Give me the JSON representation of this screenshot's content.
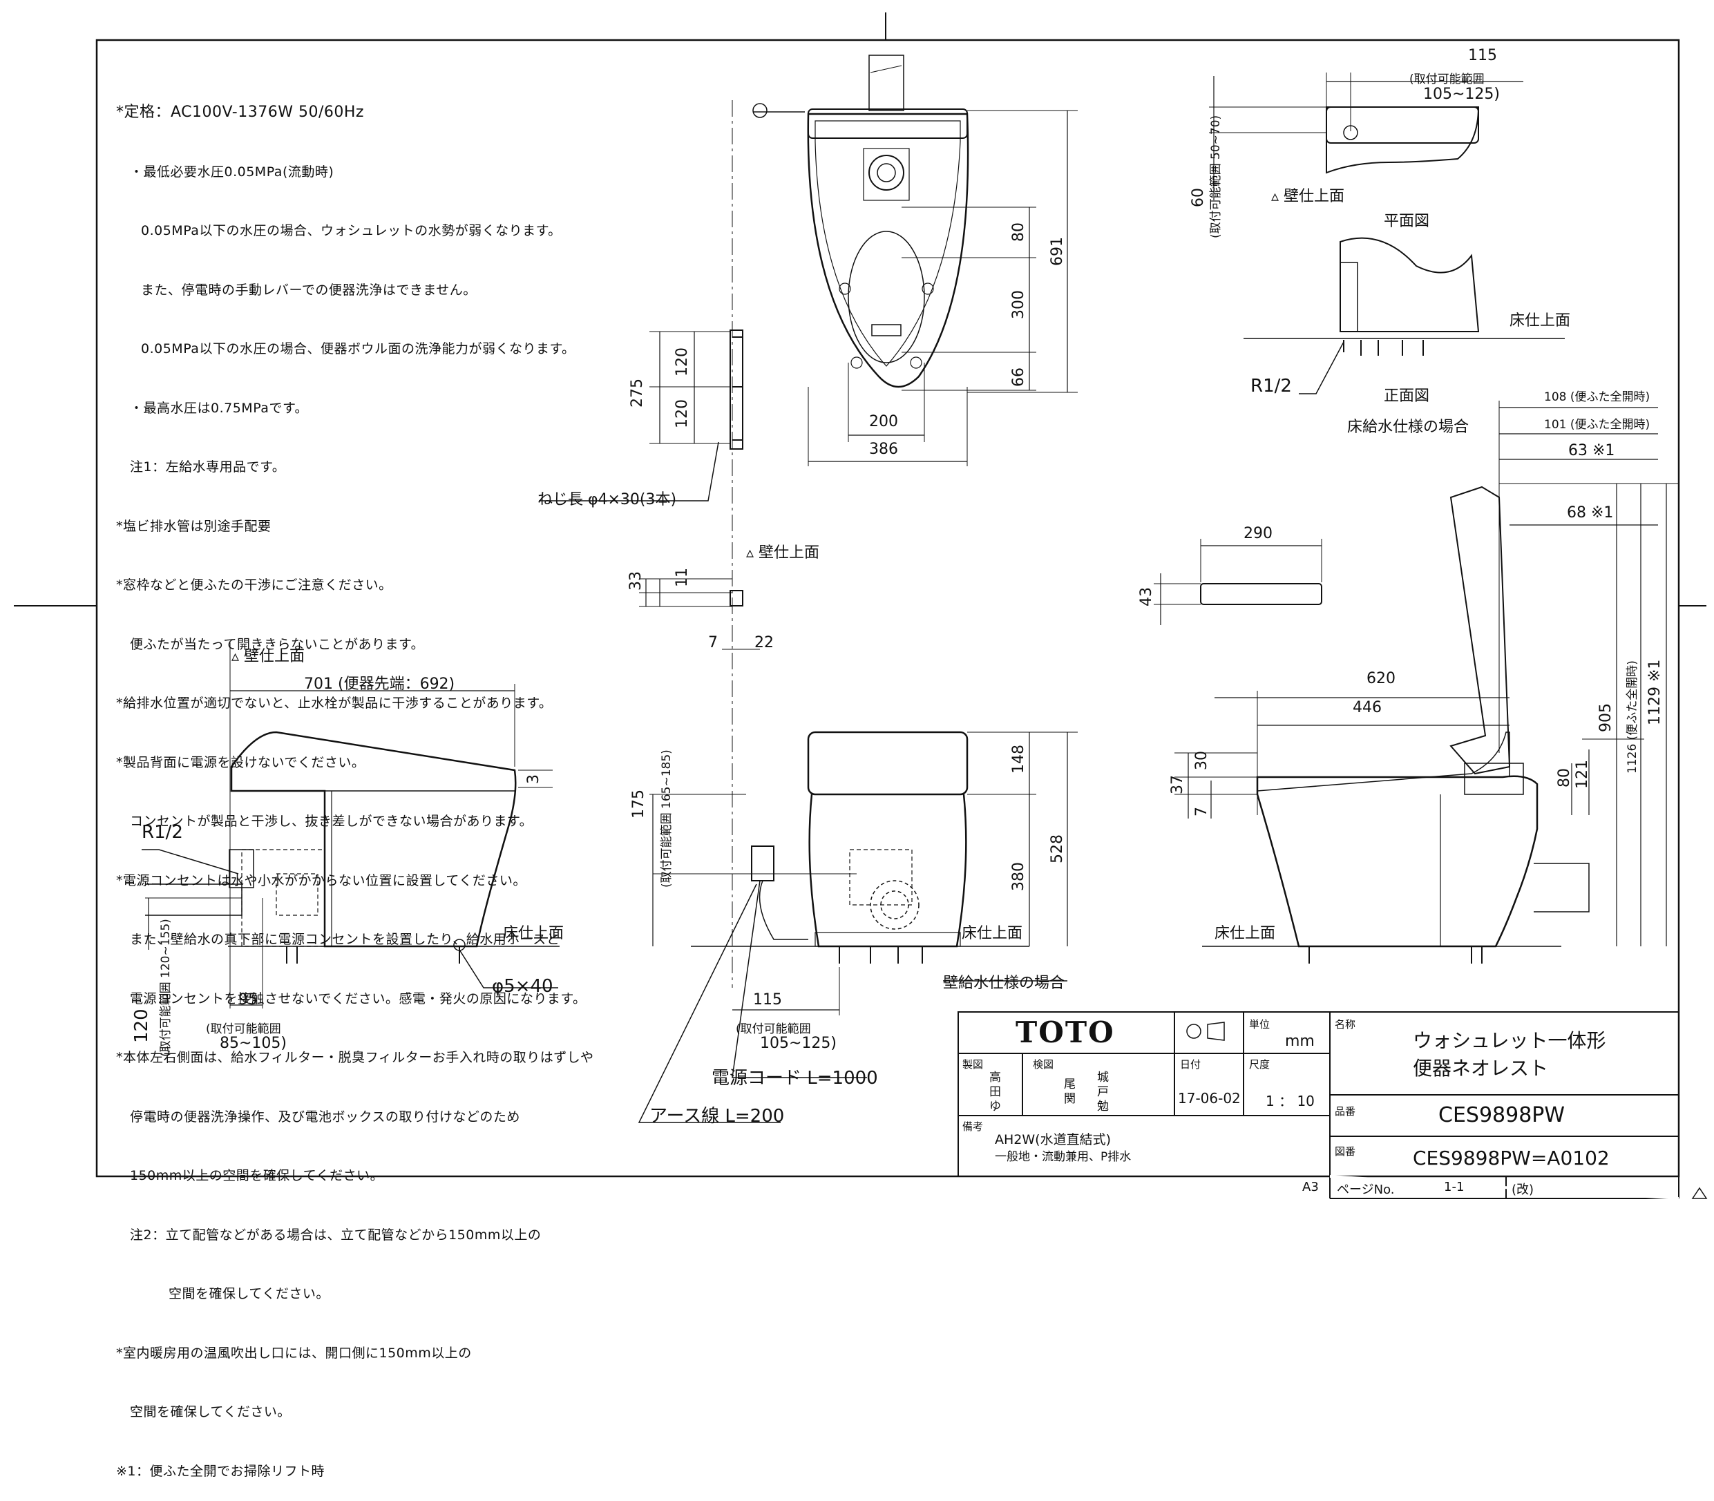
{
  "notes": [
    "*定格：AC100V-1376W 50/60Hz",
    "・最低必要水圧0.05MPa(流動時)",
    "0.05MPa以下の水圧の場合、ウォシュレットの水勢が弱くなります。",
    "また、停電時の手動レバーでの便器洗浄はできません。",
    "0.05MPa以下の水圧の場合、便器ボウル面の洗浄能力が弱くなります。",
    "・最高水圧は0.75MPaです。",
    "注1：左給水専用品です。",
    "*塩ビ排水管は別途手配要",
    "*窓枠などと便ふたの干渉にご注意ください。",
    "便ふたが当たって開ききらないことがあります。",
    "*給排水位置が適切でないと、止水栓が製品に干渉することがあります。",
    "*製品背面に電源を設けないでください。",
    "コンセントが製品と干渉し、抜き差しができない場合があります。",
    "*電源コンセントは水や小水がかからない位置に設置してください。",
    "また、壁給水の真下部に電源コンセントを設置したり、給水用ホースと",
    "電源コンセントを接触させないでください。感電・発火の原因になります。",
    "*本体左右側面は、給水フィルター・脱臭フィルターお手入れ時の取りはずしや",
    "停電時の便器洗浄操作、及び電池ボックスの取り付けなどのため",
    "150mm以上の空間を確保してください。",
    "注2：立て配管などがある場合は、立て配管などから150mm以上の",
    "空間を確保してください。",
    "*室内暖房用の温風吹出し口には、開口側に150mm以上の",
    "空間を確保してください。",
    "※1：便ふた全開でお掃除リフト時"
  ],
  "dims": {
    "d115": "115",
    "range_label": "(取付可能範囲",
    "range_105_125": "105~125)",
    "d60": "60",
    "range_50_70": "(取付可能範囲 50~70)",
    "wall_top": "壁仕上面",
    "plan_view": "平面図",
    "floor_top": "床仕上面",
    "r12": "R1/2",
    "front_view": "正面図",
    "floor_supply": "床給水仕様の場合",
    "d80": "80",
    "d300": "300",
    "d66": "66",
    "d691": "691",
    "d275": "275",
    "d120a": "120",
    "d120b": "120",
    "d200": "200",
    "d386": "386",
    "screw": "ねじ長 φ4×30(3本)",
    "d108": "108 (便ふた全開時)",
    "d101": "101 (便ふた全開時)",
    "d63": "63 ※1",
    "d68": "68 ※1",
    "d290": "290",
    "d43": "43",
    "d33": "33",
    "d11": "11",
    "d7": "7",
    "d22": "22",
    "d701": "701 (便器先端：692)",
    "d3": "3",
    "d620": "620",
    "d446": "446",
    "d905": "905",
    "d1126": "1126 (便ふた全開時)",
    "d1129": "1129 ※1",
    "d30": "30",
    "d37": "37",
    "d7b": "7",
    "d80b": "80",
    "d121": "121",
    "d148": "148",
    "d528": "528",
    "d380": "380",
    "d175": "175",
    "range_165_185": "(取付可能範囲 165~185)",
    "d120c": "120",
    "range_120_155": "(取付可能範囲 120~155)",
    "d95": "95",
    "range_85_105": "(取付可能範囲",
    "range_85_105b": "85~105)",
    "phi": "φ5×40",
    "wall_supply": "壁給水仕様の場合",
    "d115b": "115",
    "power_cord": "電源コード L=1000",
    "earth": "アース線 L=200"
  },
  "titleblock": {
    "brand": "TOTO",
    "unit_label": "単位",
    "unit": "mm",
    "name_label": "名称",
    "name1": "ウォシュレット一体形",
    "name2": "便器ネオレスト",
    "drawn_label": "製図",
    "drawn": "高 田 ゆ",
    "check_label": "検図",
    "check": "尾 関",
    "check2": "城 戸 勉",
    "date_label": "日付",
    "date": "17-06-02",
    "scale_label": "尺度",
    "scale": "1 ： 10",
    "part_label": "品番",
    "part": "CES9898PW",
    "notes_label": "備考",
    "note1": "AH2W(水道直結式)",
    "note2": "一般地・流動兼用、P排水",
    "drawing_label": "図番",
    "drawing": "CES9898PW=A0102",
    "paper": "A3",
    "page_label": "ページNo.",
    "page": "1-1",
    "rev": "(改)"
  }
}
